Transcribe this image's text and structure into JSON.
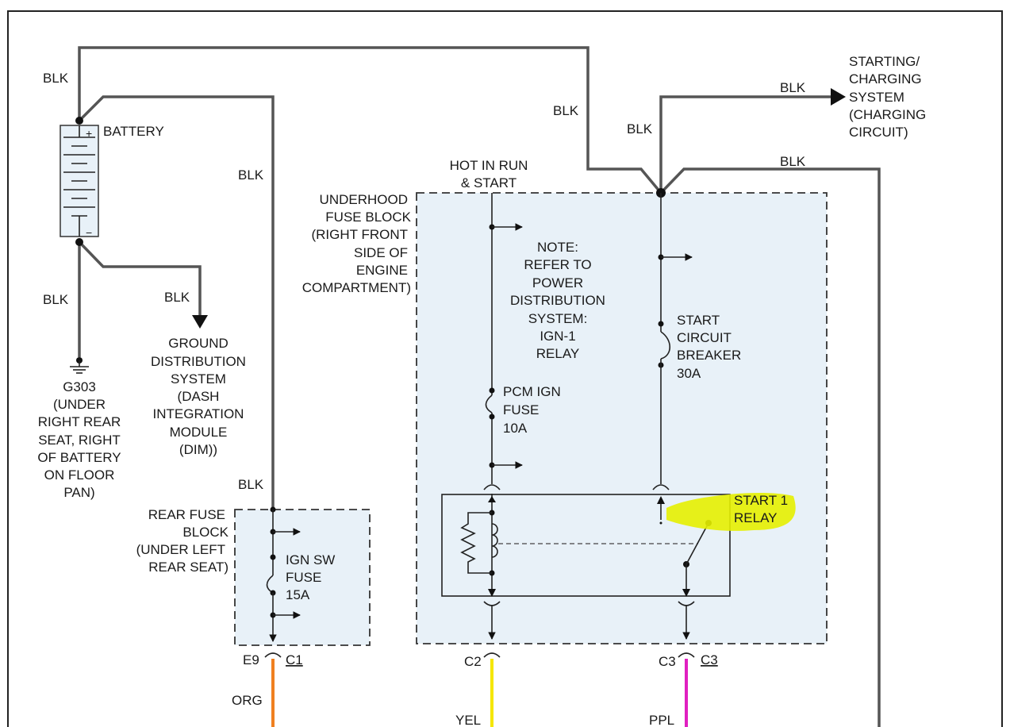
{
  "colors": {
    "frame": "#222222",
    "wire": "#555555",
    "fuse_block_fill": "#e8f1f8",
    "highlight": "#e6f000",
    "wire_org": "#f08020",
    "wire_yel": "#f5e600",
    "wire_ppl": "#e020c0"
  },
  "icons": [
    "battery-icon",
    "ground-icon",
    "fuse-icon",
    "circuit-breaker-icon",
    "relay-coil-icon",
    "relay-switch-icon",
    "arrow-icon"
  ],
  "labels": {
    "blk_battery_pos_top": "BLK",
    "blk_upper_middle": "BLK",
    "blk_top_right": "BLK",
    "blk_to_starting": "BLK",
    "blk_left_vertical": "BLK",
    "blk_right_vertical": "BLK",
    "blk_battery_neg": "BLK",
    "blk_to_ground_dist": "BLK",
    "blk_rear_fuse": "BLK",
    "battery": "BATTERY",
    "battery_plus": "+",
    "battery_minus": "−",
    "starting_lines": [
      "STARTING/",
      "CHARGING",
      "SYSTEM",
      "(CHARGING",
      "CIRCUIT)"
    ],
    "hot_in_run_lines": [
      "HOT IN RUN",
      "& START"
    ],
    "underhood_lines": [
      "UNDERHOOD",
      "FUSE BLOCK",
      "(RIGHT FRONT",
      "SIDE OF",
      "ENGINE",
      "COMPARTMENT)"
    ],
    "note_lines": [
      "NOTE:",
      "REFER TO",
      "POWER",
      "DISTRIBUTION",
      "SYSTEM:",
      "IGN-1",
      "RELAY"
    ],
    "start_cb_lines": [
      "START",
      "CIRCUIT",
      "BREAKER",
      "30A"
    ],
    "pcm_fuse_lines": [
      "PCM IGN",
      "FUSE",
      "10A"
    ],
    "ground_dist_lines": [
      "GROUND",
      "DISTRIBUTION",
      "SYSTEM",
      "(DASH",
      "INTEGRATION",
      "MODULE",
      "(DIM))"
    ],
    "g303_lines": [
      "G303",
      "(UNDER",
      "RIGHT REAR",
      "SEAT, RIGHT",
      "OF BATTERY",
      "ON FLOOR",
      "PAN)"
    ],
    "rear_fuse_lines": [
      "REAR FUSE",
      "BLOCK",
      "(UNDER LEFT",
      "REAR SEAT)"
    ],
    "ign_sw_lines": [
      "IGN SW",
      "FUSE",
      "15A"
    ],
    "start_relay_lines": [
      "START 1",
      "RELAY"
    ],
    "conn_e9": "E9",
    "conn_c1": "C1",
    "conn_c2": "C2",
    "conn_c3_left": "C3",
    "conn_c3_right": "C3",
    "wire_org": "ORG",
    "wire_yel": "YEL",
    "wire_ppl": "PPL"
  }
}
